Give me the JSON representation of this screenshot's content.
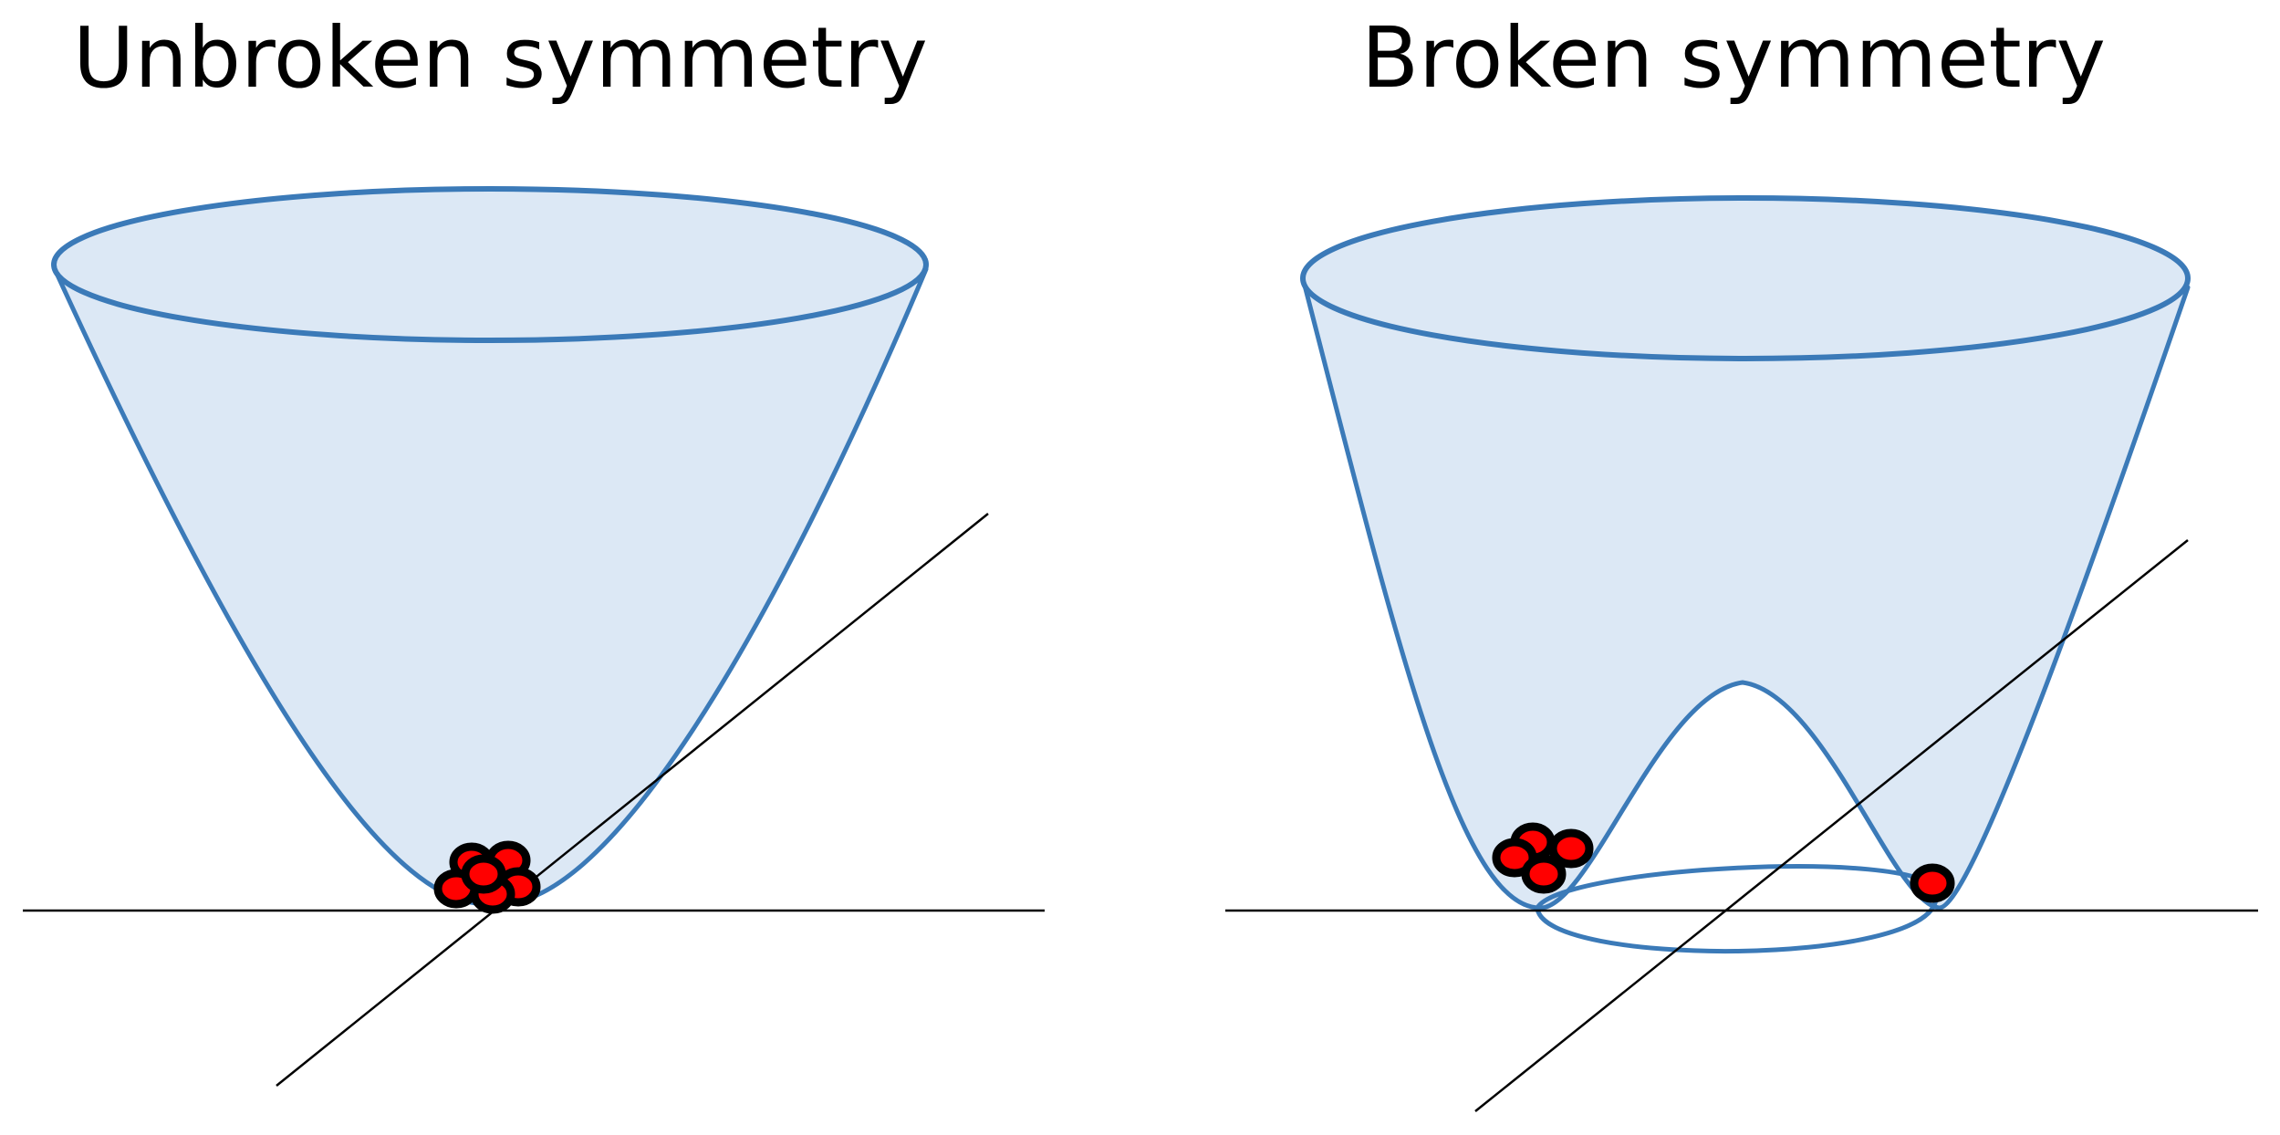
{
  "panels": [
    {
      "title": "Unbroken symmetry",
      "potential": "single-well",
      "ball_count": 6
    },
    {
      "title": "Broken symmetry",
      "potential": "mexican-hat",
      "ball_count": 5
    }
  ],
  "colors": {
    "bowl_fill": "#dce8f5",
    "bowl_stroke": "#3b7ab8",
    "axis": "#000000",
    "ball_fill": "#ff0000",
    "ball_stroke": "#000000"
  }
}
